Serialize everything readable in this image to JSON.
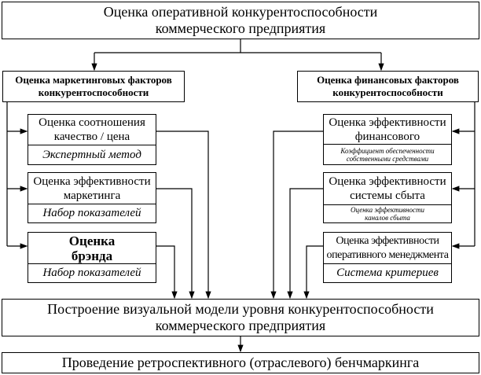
{
  "main": {
    "title_line1": "Оценка оперативной конкурентоспособности",
    "title_line2": "коммерческого предприятия"
  },
  "left_group": {
    "title_line1": "Оценка маркетинговых факторов",
    "title_line2": "конкурентоспособности",
    "items": [
      {
        "line1": "Оценка соотношения",
        "line2": "качество / цена",
        "method": "Экспертный метод"
      },
      {
        "line1": "Оценка эффективности",
        "line2": "маркетинга",
        "method": "Набор показателей"
      },
      {
        "line1": "Оценка",
        "line2": "брэнда",
        "method": "Набор показателей"
      }
    ]
  },
  "right_group": {
    "title_line1": "Оценка финансовых факторов",
    "title_line2": "конкурентоспособности",
    "items": [
      {
        "line1": "Оценка эффективности",
        "line2": "финансового",
        "method_line1": "Коэффициент обеспеченности",
        "method_line2": "собственными средствами"
      },
      {
        "line1": "Оценка эффективности",
        "line2": "системы сбыта",
        "method_line1": "Оценка эффективности",
        "method_line2": "каналов сбыта"
      },
      {
        "line1": "Оценка эффективности",
        "line2": "оперативного менеджмента",
        "method": "Система критериев"
      }
    ]
  },
  "model": {
    "line1": "Построение визуальной модели уровня конкурентоспособности",
    "line2": "коммерческого предприятия"
  },
  "benchmark": {
    "label": "Проведение ретроспективного (отраслевого) бенчмаркинга"
  }
}
